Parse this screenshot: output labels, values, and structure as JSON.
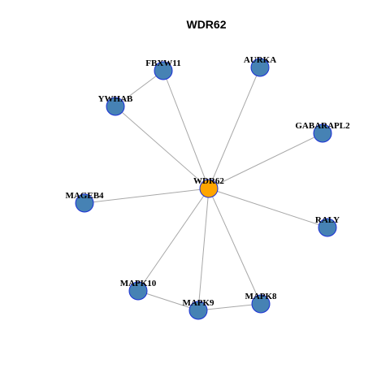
{
  "title": "WDR62",
  "colors": {
    "center_node": "#ffa500",
    "neighbor_node": "#4682b4",
    "node_outline": "#1a2fd6",
    "edge": "#a8a8a8",
    "label": "#000000",
    "background": "#ffffff"
  },
  "graph": {
    "nodes": [
      {
        "id": "WDR62",
        "label": "WDR62",
        "role": "center"
      },
      {
        "id": "FBXW11",
        "label": "FBXW11",
        "role": "neighbor"
      },
      {
        "id": "AURKA",
        "label": "AURKA",
        "role": "neighbor"
      },
      {
        "id": "YWHAB",
        "label": "YWHAB",
        "role": "neighbor"
      },
      {
        "id": "GABARAPL2",
        "label": "GABARAPL2",
        "role": "neighbor"
      },
      {
        "id": "MAGEB4",
        "label": "MAGEB4",
        "role": "neighbor"
      },
      {
        "id": "RALY",
        "label": "RALY",
        "role": "neighbor"
      },
      {
        "id": "MAPK10",
        "label": "MAPK10",
        "role": "neighbor"
      },
      {
        "id": "MAPK9",
        "label": "MAPK9",
        "role": "neighbor"
      },
      {
        "id": "MAPK8",
        "label": "MAPK8",
        "role": "neighbor"
      }
    ],
    "edges": [
      {
        "source": "WDR62",
        "target": "FBXW11"
      },
      {
        "source": "WDR62",
        "target": "AURKA"
      },
      {
        "source": "WDR62",
        "target": "YWHAB"
      },
      {
        "source": "WDR62",
        "target": "GABARAPL2"
      },
      {
        "source": "WDR62",
        "target": "MAGEB4"
      },
      {
        "source": "WDR62",
        "target": "RALY"
      },
      {
        "source": "WDR62",
        "target": "MAPK10"
      },
      {
        "source": "WDR62",
        "target": "MAPK9"
      },
      {
        "source": "WDR62",
        "target": "MAPK8"
      },
      {
        "source": "FBXW11",
        "target": "YWHAB"
      },
      {
        "source": "MAPK10",
        "target": "MAPK9"
      },
      {
        "source": "MAPK9",
        "target": "MAPK8"
      }
    ]
  }
}
